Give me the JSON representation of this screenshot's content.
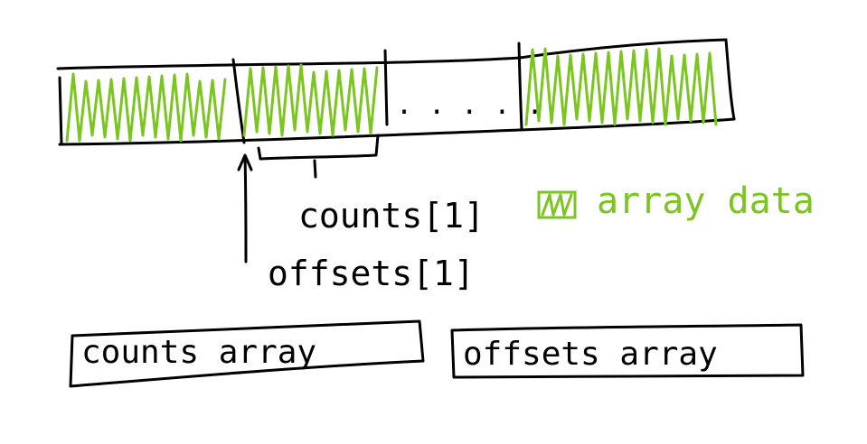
{
  "colors": {
    "ink": "#000000",
    "array_data": "#7ac51f",
    "background": "#ffffff"
  },
  "labels": {
    "counts_element": "counts[1]",
    "offsets_element": "offsets[1]",
    "ellipsis": ". . . . .",
    "legend": "array data"
  },
  "buffers": {
    "counts": "counts array",
    "offsets": "offsets array"
  }
}
